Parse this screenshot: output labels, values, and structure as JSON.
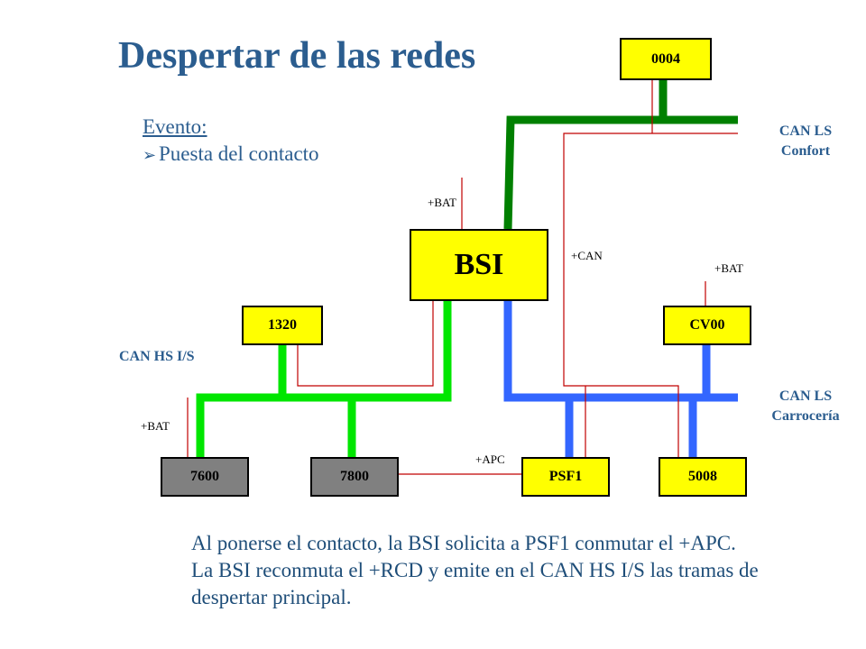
{
  "title": "Despertar de las redes",
  "event": {
    "label": "Evento:",
    "item": "Puesta del contacto"
  },
  "nodes": {
    "n0004": "0004",
    "bsi": "BSI",
    "n1320": "1320",
    "cv00": "CV00",
    "n7600": "7600",
    "n7800": "7800",
    "psf1": "PSF1",
    "n5008": "5008"
  },
  "bus_labels": {
    "can_ls_confort_1": "CAN LS",
    "can_ls_confort_2": "Confort",
    "can_ls_carroceria_1": "CAN LS",
    "can_ls_carroceria_2": "Carrocería",
    "can_hs": "CAN HS I/S"
  },
  "signal_labels": {
    "bat_bsi": "+BAT",
    "can": "+CAN",
    "bat_cv00": "+BAT",
    "bat_7600": "+BAT",
    "apc": "+APC"
  },
  "description": [
    "Al ponerse el contacto, la BSI solicita a PSF1 conmutar el +APC.",
    "La BSI reconmuta el +RCD y emite en el CAN HS I/S las tramas de",
    "despertar principal."
  ],
  "colors": {
    "title": "#2b5d8f",
    "can_ls_confort": "#008000",
    "can_hs": "#00e600",
    "can_ls_carroceria": "#3366ff",
    "wire": "#c00000",
    "node_yellow": "#ffff00",
    "node_grey": "#808080"
  }
}
